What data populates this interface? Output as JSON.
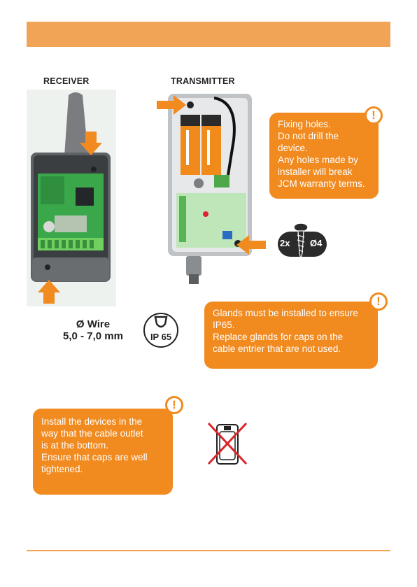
{
  "header": {
    "color": "#f1a356"
  },
  "labels": {
    "receiver": "RECEIVER",
    "transmitter": "TRANSMITTER"
  },
  "notes": {
    "fixing": [
      "Fixing holes.",
      "Do not drill the",
      "device.",
      "Any holes made by",
      "installer will break",
      "JCM warranty terms."
    ],
    "glands": [
      "Glands must be installed to ensure",
      "IP65.",
      "Replace glands for caps on the",
      "cable entrier that are not used."
    ],
    "install": [
      "Install the devices in the",
      "way that the cable outlet",
      "is at the bottom.",
      "Ensure that caps are well",
      "tightened."
    ]
  },
  "wire": {
    "line1": "Ø Wire",
    "line2": "5,0 - 7,0 mm"
  },
  "ip": {
    "label": "IP 65"
  },
  "screw": {
    "qty": "2x",
    "dia": "Ø4"
  },
  "warning_symbol": "!",
  "colors": {
    "accent": "#f18a1f",
    "light_accent": "#f1a356"
  }
}
